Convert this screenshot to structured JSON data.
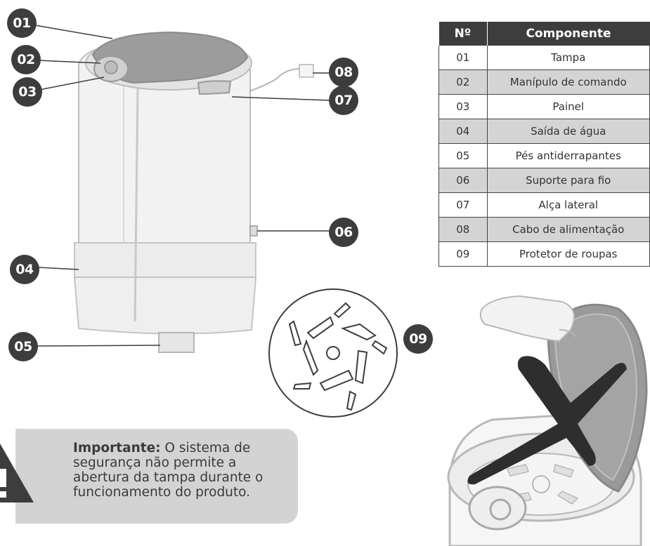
{
  "table": {
    "header_no": "Nº",
    "header_component": "Componente",
    "rows": [
      {
        "no": "01",
        "component": "Tampa"
      },
      {
        "no": "02",
        "component": "Manípulo de comando"
      },
      {
        "no": "03",
        "component": "Painel"
      },
      {
        "no": "04",
        "component": "Saída de água"
      },
      {
        "no": "05",
        "component": "Pés antiderrapantes"
      },
      {
        "no": "06",
        "component": "Suporte para fio"
      },
      {
        "no": "07",
        "component": "Alça lateral"
      },
      {
        "no": "08",
        "component": "Cabo de alimentação"
      },
      {
        "no": "09",
        "component": "Protetor de roupas"
      }
    ]
  },
  "callouts": {
    "c01": "01",
    "c02": "02",
    "c03": "03",
    "c04": "04",
    "c05": "05",
    "c06": "06",
    "c07": "07",
    "c08": "08",
    "c09": "09"
  },
  "note": {
    "bold": "Importante:",
    "text": " O sistema de segurança não permite a abertura da tampa durante o funcionamento do produto."
  },
  "icons": {
    "warning": "warning-triangle-icon",
    "forbidden": "x-mark-icon"
  },
  "colors": {
    "dark": "#3d3d3d",
    "alt_row": "#d4d4d4",
    "note_bg": "#d3d3d3"
  }
}
